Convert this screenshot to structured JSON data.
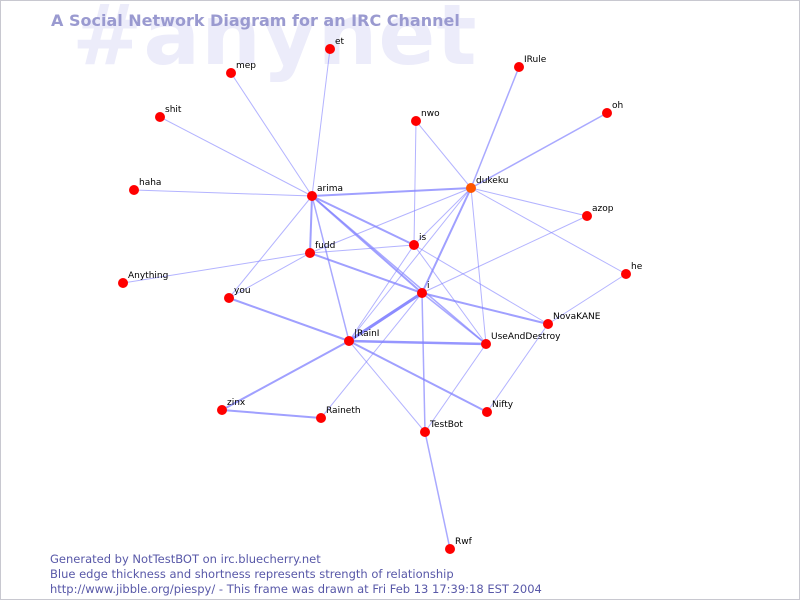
{
  "watermark": "#anynet",
  "title": "A Social Network Diagram for an IRC Channel",
  "footer": {
    "line1": "Generated by NotTestBOT on irc.bluecherry.net",
    "line2": "Blue edge thickness and shortness represents strength of relationship",
    "line3": "http://www.jibble.org/piespy/ - This frame was drawn at Fri Feb 13 17:39:18 EST 2004"
  },
  "colors": {
    "node": "#ff0000",
    "node_active": "#ff5500",
    "edge": "#8080ff",
    "title": "#9a9ad0",
    "watermark": "#ececfa",
    "footer": "#5858a8"
  },
  "nodes": [
    {
      "id": "et",
      "label": "et"
    },
    {
      "id": "mep",
      "label": "mep"
    },
    {
      "id": "IRule",
      "label": "IRule"
    },
    {
      "id": "oh",
      "label": "oh"
    },
    {
      "id": "shit",
      "label": "shit"
    },
    {
      "id": "nwo",
      "label": "nwo"
    },
    {
      "id": "haha",
      "label": "haha"
    },
    {
      "id": "arima",
      "label": "arima"
    },
    {
      "id": "dukeku",
      "label": "dukeku",
      "active": true
    },
    {
      "id": "azop",
      "label": "azop"
    },
    {
      "id": "fudd",
      "label": "fudd"
    },
    {
      "id": "is",
      "label": "is"
    },
    {
      "id": "he",
      "label": "he"
    },
    {
      "id": "Anything",
      "label": "Anything"
    },
    {
      "id": "you",
      "label": "you"
    },
    {
      "id": "i",
      "label": "i"
    },
    {
      "id": "NovaKANE",
      "label": "NovaKANE"
    },
    {
      "id": "IRainI",
      "label": "|RainI"
    },
    {
      "id": "UseAndDestroy",
      "label": "UseAndDestroy"
    },
    {
      "id": "zinx",
      "label": "zinx"
    },
    {
      "id": "Raineth",
      "label": "Raineth"
    },
    {
      "id": "Nifty",
      "label": "Nifty"
    },
    {
      "id": "TestBot",
      "label": "TestBot"
    },
    {
      "id": "Rwf",
      "label": "Rwf"
    }
  ],
  "edges": [
    {
      "a": "arima",
      "b": "et",
      "w": 1
    },
    {
      "a": "arima",
      "b": "mep",
      "w": 1
    },
    {
      "a": "arima",
      "b": "shit",
      "w": 1
    },
    {
      "a": "arima",
      "b": "haha",
      "w": 1
    },
    {
      "a": "arima",
      "b": "dukeku",
      "w": 2
    },
    {
      "a": "arima",
      "b": "fudd",
      "w": 2
    },
    {
      "a": "arima",
      "b": "is",
      "w": 2
    },
    {
      "a": "arima",
      "b": "i",
      "w": 2
    },
    {
      "a": "arima",
      "b": "IRainI",
      "w": 1.5
    },
    {
      "a": "arima",
      "b": "you",
      "w": 1
    },
    {
      "a": "arima",
      "b": "UseAndDestroy",
      "w": 1.5
    },
    {
      "a": "dukeku",
      "b": "IRule",
      "w": 1.5
    },
    {
      "a": "dukeku",
      "b": "oh",
      "w": 1.5
    },
    {
      "a": "dukeku",
      "b": "nwo",
      "w": 1
    },
    {
      "a": "dukeku",
      "b": "azop",
      "w": 1
    },
    {
      "a": "dukeku",
      "b": "he",
      "w": 1
    },
    {
      "a": "dukeku",
      "b": "fudd",
      "w": 1
    },
    {
      "a": "dukeku",
      "b": "is",
      "w": 1
    },
    {
      "a": "dukeku",
      "b": "i",
      "w": 2
    },
    {
      "a": "dukeku",
      "b": "IRainI",
      "w": 1
    },
    {
      "a": "dukeku",
      "b": "UseAndDestroy",
      "w": 1
    },
    {
      "a": "nwo",
      "b": "is",
      "w": 1
    },
    {
      "a": "fudd",
      "b": "Anything",
      "w": 1
    },
    {
      "a": "fudd",
      "b": "is",
      "w": 1
    },
    {
      "a": "fudd",
      "b": "you",
      "w": 1
    },
    {
      "a": "fudd",
      "b": "i",
      "w": 2
    },
    {
      "a": "is",
      "b": "IRainI",
      "w": 1
    },
    {
      "a": "is",
      "b": "UseAndDestroy",
      "w": 1
    },
    {
      "a": "is",
      "b": "NovaKANE",
      "w": 1
    },
    {
      "a": "i",
      "b": "IRainI",
      "w": 3
    },
    {
      "a": "i",
      "b": "NovaKANE",
      "w": 2
    },
    {
      "a": "i",
      "b": "UseAndDestroy",
      "w": 1.5
    },
    {
      "a": "i",
      "b": "TestBot",
      "w": 1.5
    },
    {
      "a": "i",
      "b": "Raineth",
      "w": 1
    },
    {
      "a": "i",
      "b": "azop",
      "w": 1
    },
    {
      "a": "you",
      "b": "IRainI",
      "w": 2
    },
    {
      "a": "IRainI",
      "b": "UseAndDestroy",
      "w": 2.5
    },
    {
      "a": "IRainI",
      "b": "zinx",
      "w": 2
    },
    {
      "a": "IRainI",
      "b": "Nifty",
      "w": 2
    },
    {
      "a": "IRainI",
      "b": "TestBot",
      "w": 1
    },
    {
      "a": "zinx",
      "b": "Raineth",
      "w": 2
    },
    {
      "a": "UseAndDestroy",
      "b": "TestBot",
      "w": 1
    },
    {
      "a": "NovaKANE",
      "b": "he",
      "w": 1
    },
    {
      "a": "NovaKANE",
      "b": "Nifty",
      "w": 1
    },
    {
      "a": "TestBot",
      "b": "Rwf",
      "w": 1.5
    }
  ]
}
